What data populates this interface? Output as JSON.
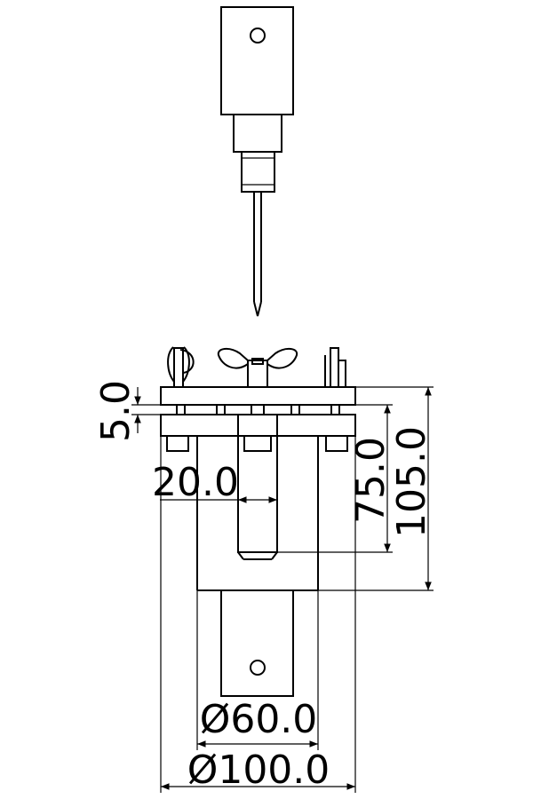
{
  "dimensions": {
    "plate_thickness": "5.0",
    "bore": "20.0",
    "depth": "75.0",
    "overall_height": "105.0",
    "inner_diameter": "Ø60.0",
    "outer_diameter": "Ø100.0"
  },
  "colors": {
    "line": "#000000",
    "background": "#ffffff"
  }
}
